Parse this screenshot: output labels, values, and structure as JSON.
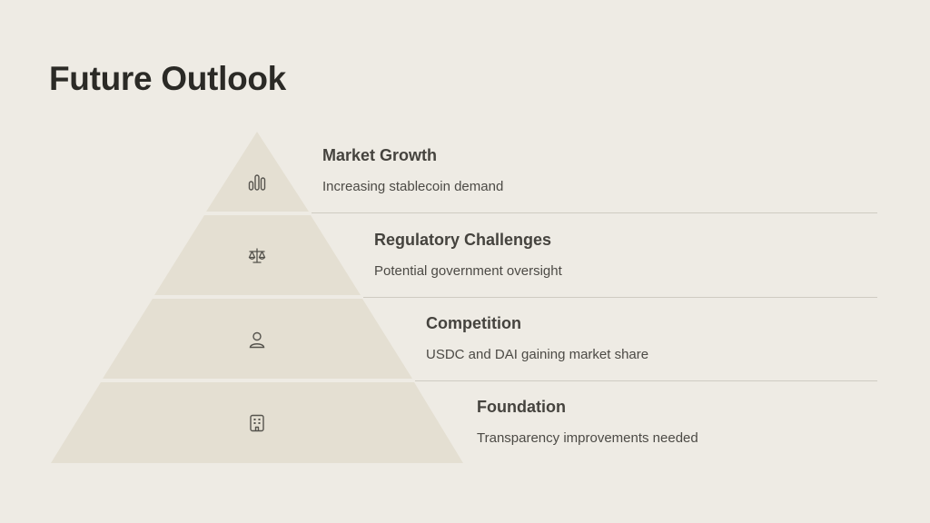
{
  "slide": {
    "title": "Future Outlook"
  },
  "pyramid": {
    "colors": {
      "fill": "#E4DFD2",
      "divider": "#CFCBC2",
      "icon": "#55534d"
    },
    "tiers": [
      {
        "heading": "Market Growth",
        "description": "Increasing stablecoin demand",
        "icon": "bar-chart-icon"
      },
      {
        "heading": "Regulatory Challenges",
        "description": "Potential government oversight",
        "icon": "scale-icon"
      },
      {
        "heading": "Competition",
        "description": "USDC and DAI gaining market share",
        "icon": "user-icon"
      },
      {
        "heading": "Foundation",
        "description": "Transparency improvements needed",
        "icon": "building-icon"
      }
    ]
  }
}
